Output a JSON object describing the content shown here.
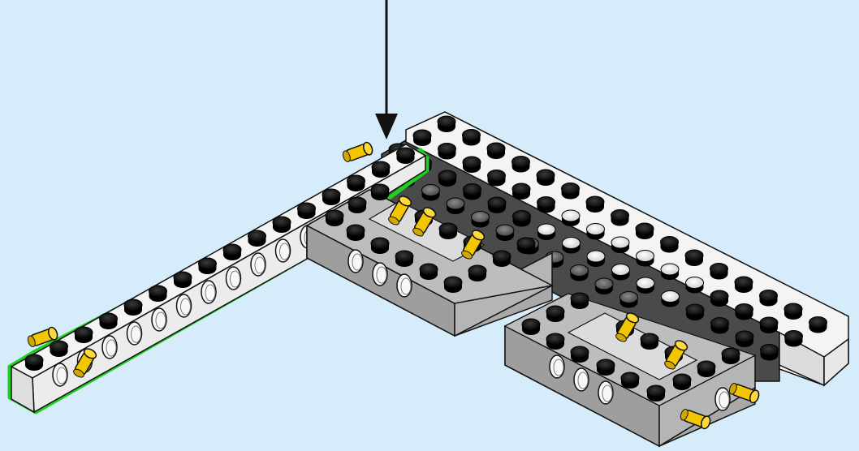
{
  "diagram": {
    "kind": "lego-technic-build-step",
    "background_color": "#d6ecfa",
    "highlight_color": "#1ed11e",
    "pointer_icon": "down-arrow-icon",
    "parts": [
      {
        "name": "white-technic-beam",
        "color": "#f4f4f4",
        "highlighted": true,
        "pins": 2
      },
      {
        "name": "gray-technic-frame",
        "color": "#a9a9a9",
        "pins": 3
      },
      {
        "name": "gray-technic-frame",
        "color": "#a9a9a9",
        "pins": 4
      },
      {
        "name": "white-technic-plate-assembly",
        "color": "#f4f4f4"
      },
      {
        "name": "dark-technic-plate",
        "color": "#3c3c3c"
      }
    ],
    "pin_color": "#f2c600",
    "stud_color": "#111111"
  }
}
